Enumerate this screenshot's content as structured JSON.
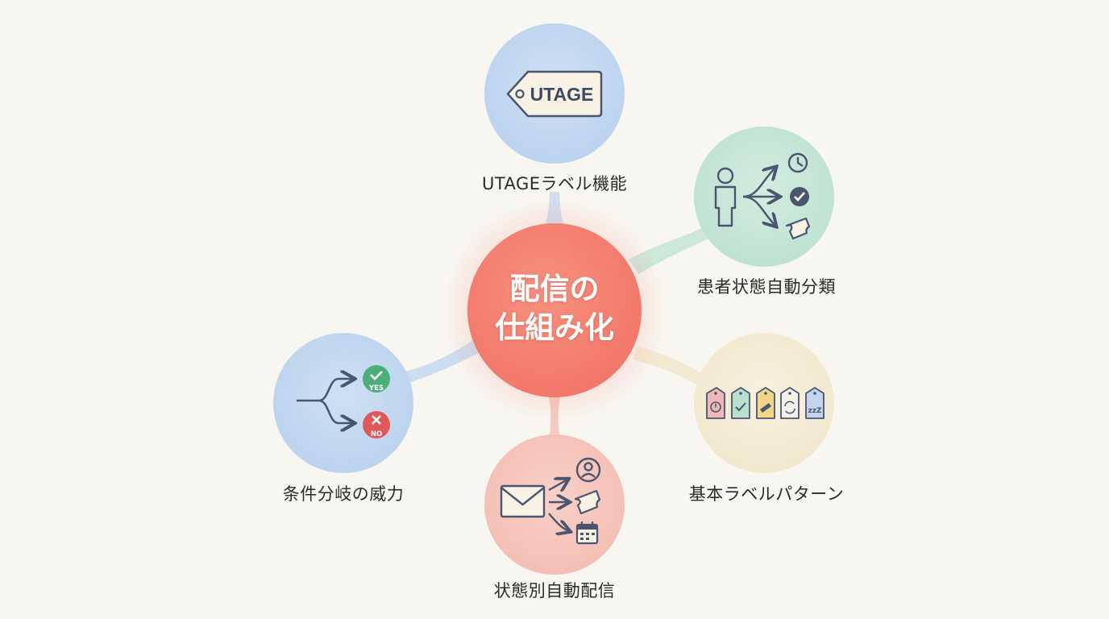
{
  "center": {
    "line1": "配信の",
    "line2": "仕組み化",
    "color": "#f5826f"
  },
  "nodes": [
    {
      "id": "utage",
      "label": "UTAGEラベル機能",
      "color": "#c6daf0",
      "tag_text": "UTAGE"
    },
    {
      "id": "patient",
      "label": "患者状態自動分類",
      "color": "#c8e6d8"
    },
    {
      "id": "basic",
      "label": "基本ラベルパターン",
      "color": "#f5ecd6"
    },
    {
      "id": "delivery",
      "label": "状態別自動配信",
      "color": "#f6c5bc"
    },
    {
      "id": "branch",
      "label": "条件分岐の威力",
      "color": "#c6daf0",
      "yes": "YES",
      "no": "NO"
    }
  ],
  "colors": {
    "icon_stroke": "#4a5670",
    "yes": "#4caf7a",
    "no": "#e0585a",
    "tag_red": "#f0b7b7",
    "tag_green": "#b9e0cf",
    "tag_yellow": "#f3d58a",
    "tag_white": "#f3f0ea",
    "tag_blue": "#c3d5ee"
  }
}
